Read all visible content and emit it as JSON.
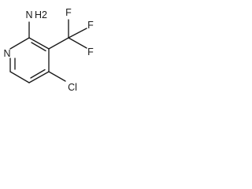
{
  "molecule": {
    "labels": {
      "ring_nitrogen": "N",
      "amine_n": "N",
      "amine_h2": "H2",
      "chlorine": "Cl",
      "fluorine_1": "F",
      "fluorine_2": "F",
      "fluorine_3": "F"
    }
  }
}
